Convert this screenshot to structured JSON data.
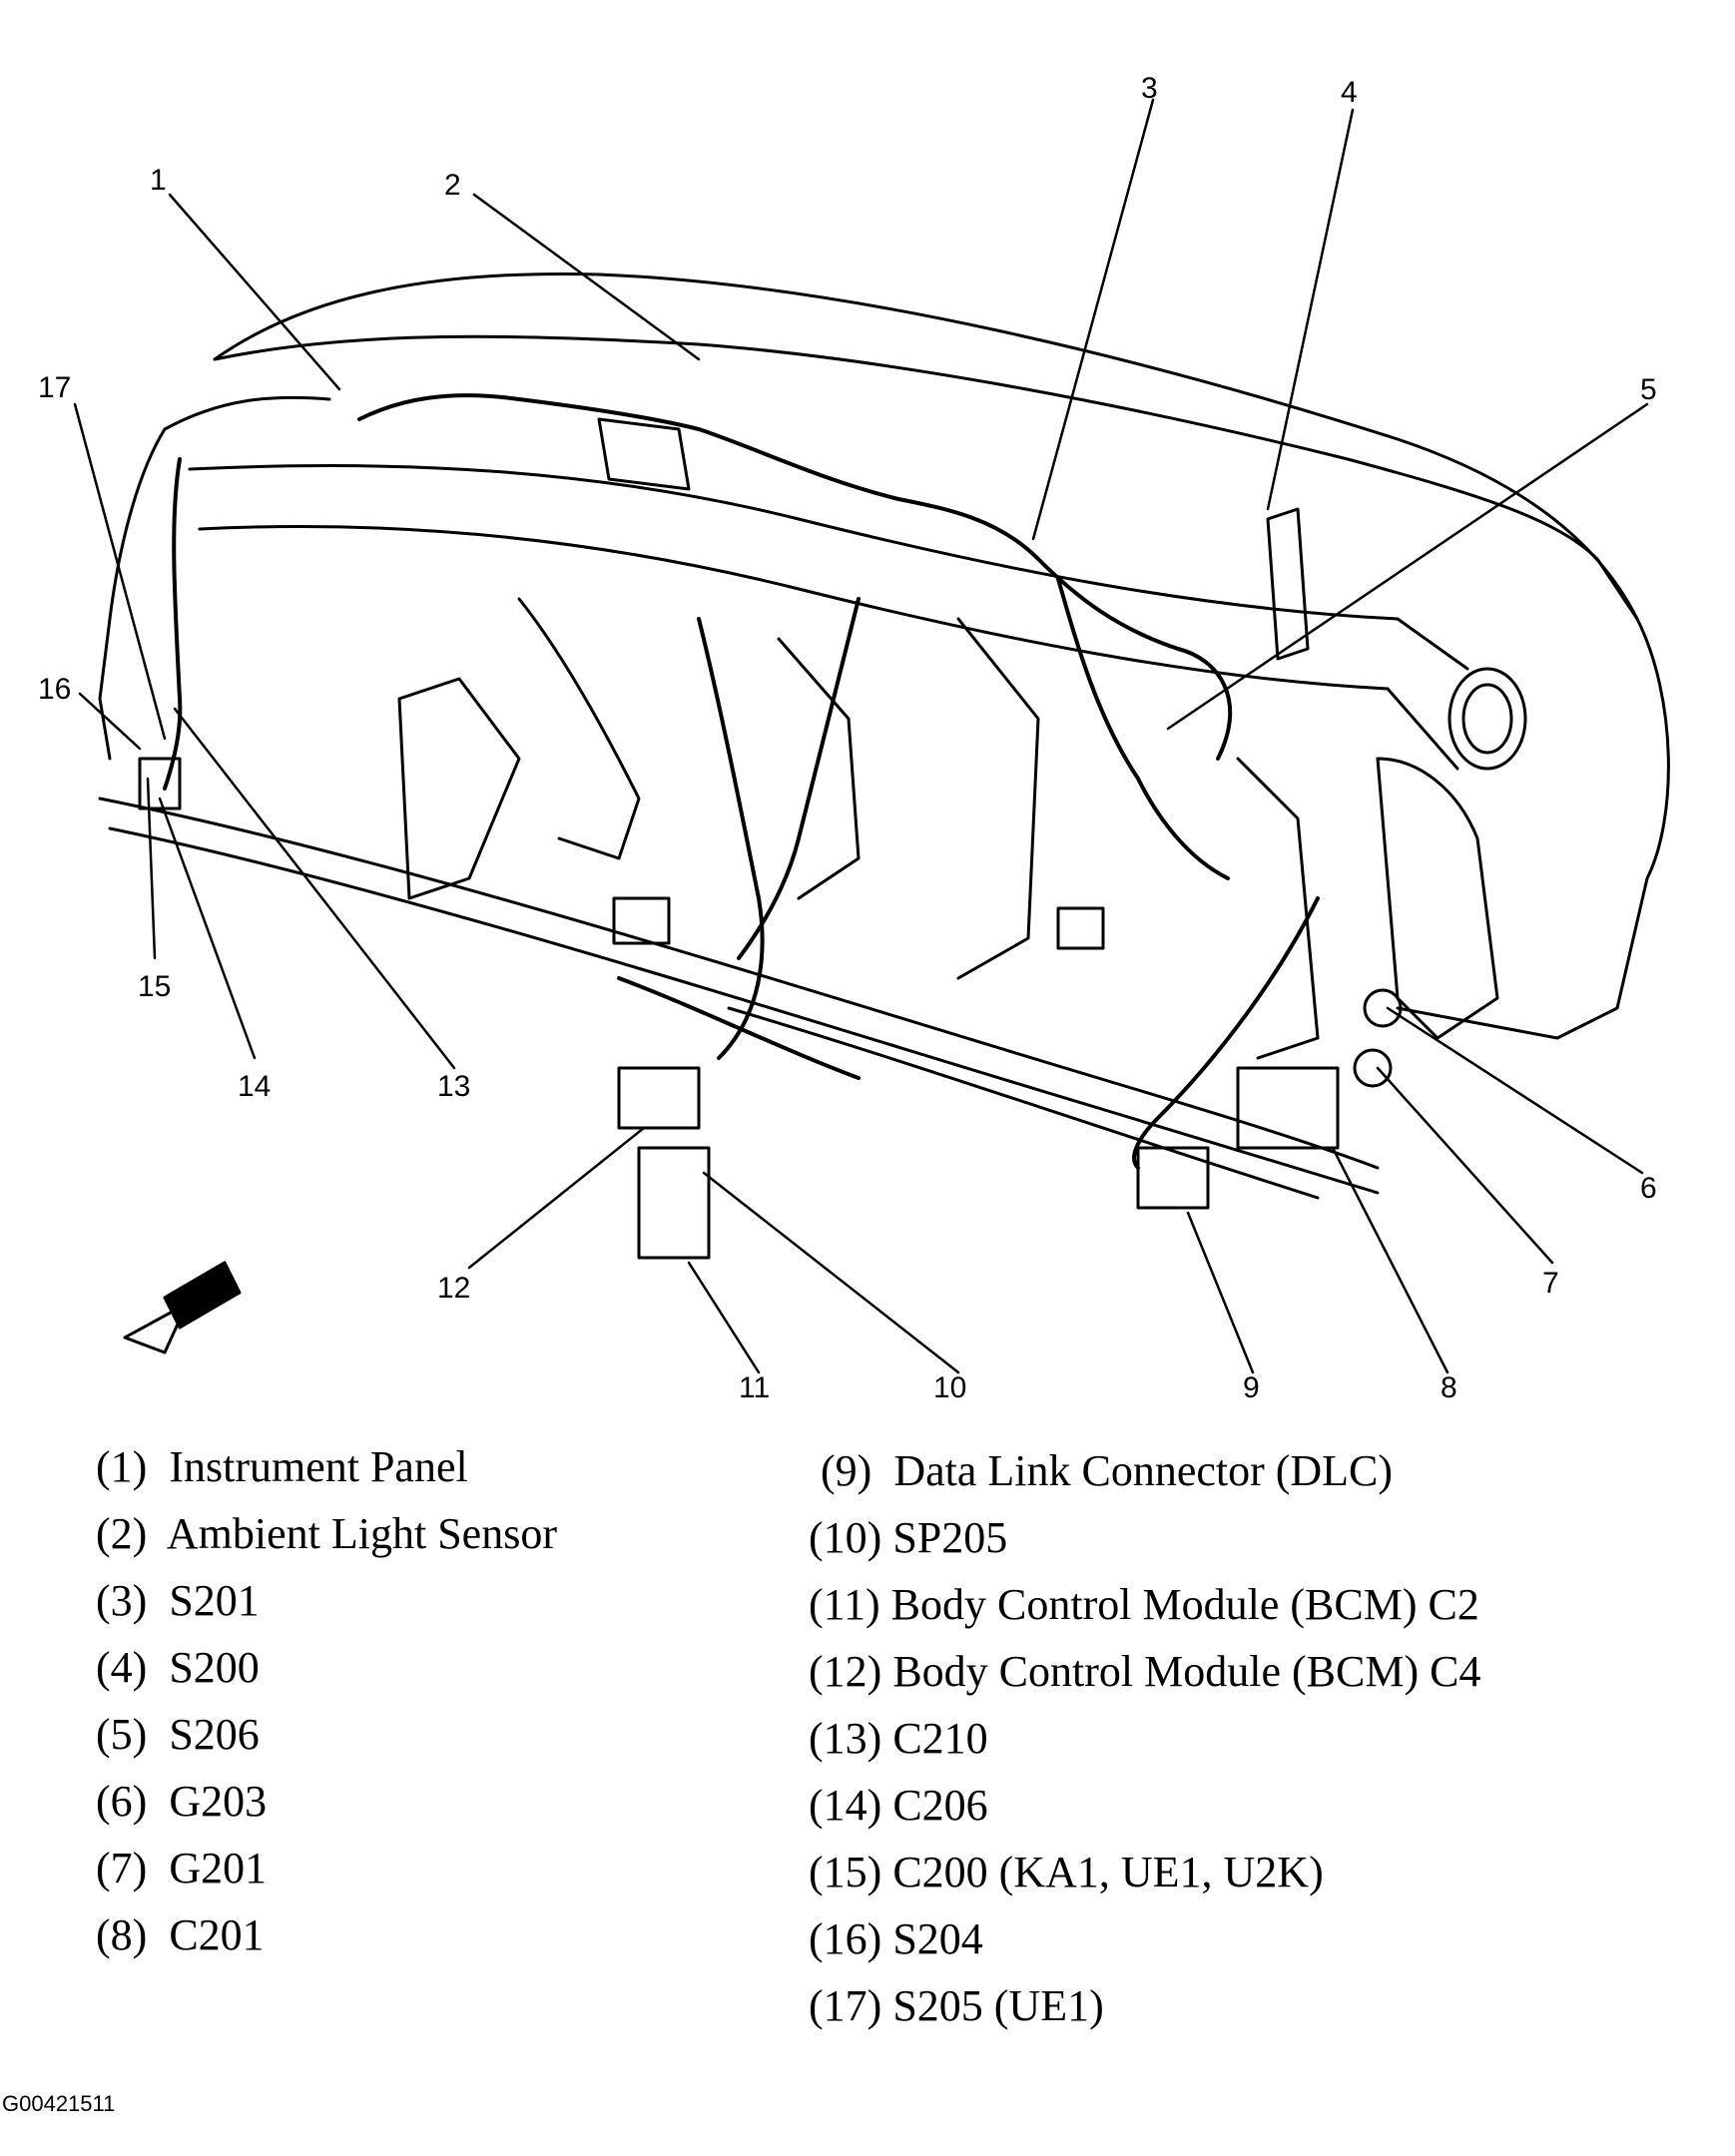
{
  "callouts": [
    "1",
    "2",
    "3",
    "4",
    "5",
    "6",
    "7",
    "8",
    "9",
    "10",
    "11",
    "12",
    "13",
    "14",
    "15",
    "16",
    "17"
  ],
  "legend": [
    {
      "num": "(1)",
      "label": "Instrument Panel"
    },
    {
      "num": "(2)",
      "label": "Ambient Light Sensor"
    },
    {
      "num": "(3)",
      "label": "S201"
    },
    {
      "num": "(4)",
      "label": "S200"
    },
    {
      "num": "(5)",
      "label": "S206"
    },
    {
      "num": "(6)",
      "label": "G203"
    },
    {
      "num": "(7)",
      "label": "G201"
    },
    {
      "num": "(8)",
      "label": "C201"
    },
    {
      "num": "(9)",
      "label": "Data Link Connector (DLC)"
    },
    {
      "num": "(10)",
      "label": "SP205"
    },
    {
      "num": "(11)",
      "label": "Body Control Module (BCM) C2"
    },
    {
      "num": "(12)",
      "label": "Body Control Module (BCM) C4"
    },
    {
      "num": "(13)",
      "label": "C210"
    },
    {
      "num": "(14)",
      "label": "C206"
    },
    {
      "num": "(15)",
      "label": "C200 (KA1, UE1, U2K)"
    },
    {
      "num": "(16)",
      "label": "S204"
    },
    {
      "num": "(17)",
      "label": "S205 (UE1)"
    }
  ],
  "figure_id": "G00421511",
  "icons": {
    "direction_arrow": "front-direction-arrow-icon"
  }
}
